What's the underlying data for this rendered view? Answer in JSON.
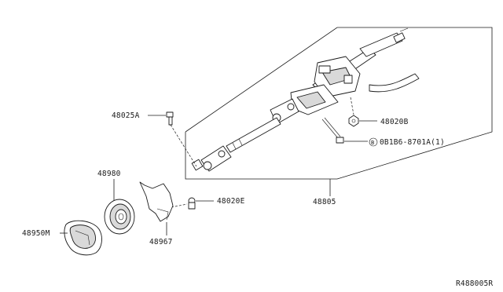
{
  "labels": {
    "p48025A": "48025A",
    "p48020B": "48020B",
    "bolt_spec_symbol": "B",
    "bolt_spec_text": "0B1B6-8701A(1)",
    "p48980": "48980",
    "p48020E": "48020E",
    "p48805": "48805",
    "p48950M": "48950M",
    "p48967": "48967",
    "diagram_ref": "R488005R"
  }
}
